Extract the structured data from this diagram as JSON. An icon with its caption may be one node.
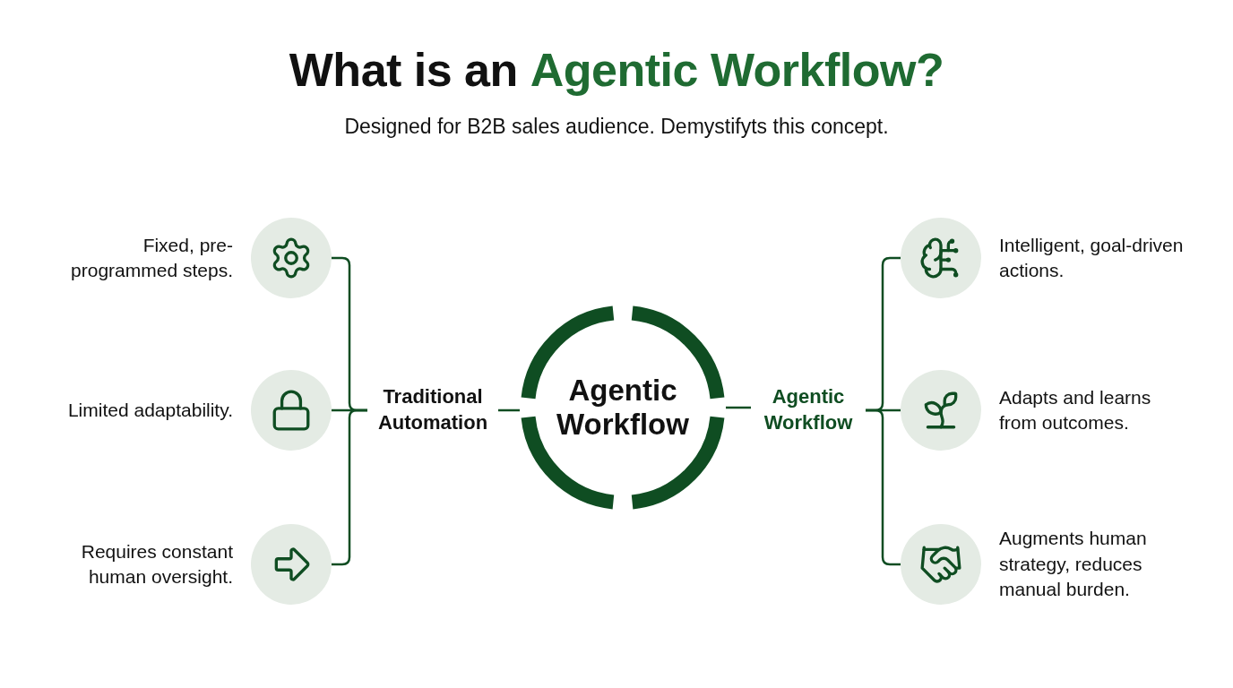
{
  "diagram": {
    "title": "What is an **Agentic Workflow?**",
    "caption": "Designed for B2B sales audience. Demystifyts this concept.",
    "nodes": [
      {
        "text": [
          "Agentic Workflow"
        ]
      },
      {
        "text": [
          "Traditional Automation"
        ]
      },
      {
        "text": [
          "Agentic Workflow"
        ]
      },
      {
        "text": [],
        "shape": "circle",
        "beside": [
          "Fixed, pre-programmed steps."
        ]
      },
      {
        "text": [],
        "shape": "circle",
        "beside": [
          "Limited adaptability."
        ]
      },
      {
        "text": [],
        "shape": "circle",
        "beside": [
          "Requires constant human oversight."
        ]
      },
      {
        "text": [],
        "shape": "circle",
        "beside": [
          "Intelligent, goal-driven actions."
        ]
      },
      {
        "text": [],
        "shape": "circle",
        "beside": [
          "Adapts and learns from outcomes."
        ]
      },
      {
        "text": [],
        "shape": "circle",
        "beside": [
          "Augments human strategy, reduces manual burden."
        ]
      }
    ],
    "edges": [
      {
        "from": 1,
        "to": 0,
        "arrow": "none"
      },
      {
        "from": 0,
        "to": 2,
        "arrow": "none"
      },
      {
        "from": 3,
        "to": 1,
        "arrow": "none"
      },
      {
        "from": 4,
        "to": 1,
        "arrow": "none"
      },
      {
        "from": 5,
        "to": 1,
        "arrow": "none"
      },
      {
        "from": 2,
        "to": 6,
        "arrow": "none"
      },
      {
        "from": 2,
        "to": 7,
        "arrow": "none"
      },
      {
        "from": 2,
        "to": 8,
        "arrow": "none"
      }
    ]
  }
}
